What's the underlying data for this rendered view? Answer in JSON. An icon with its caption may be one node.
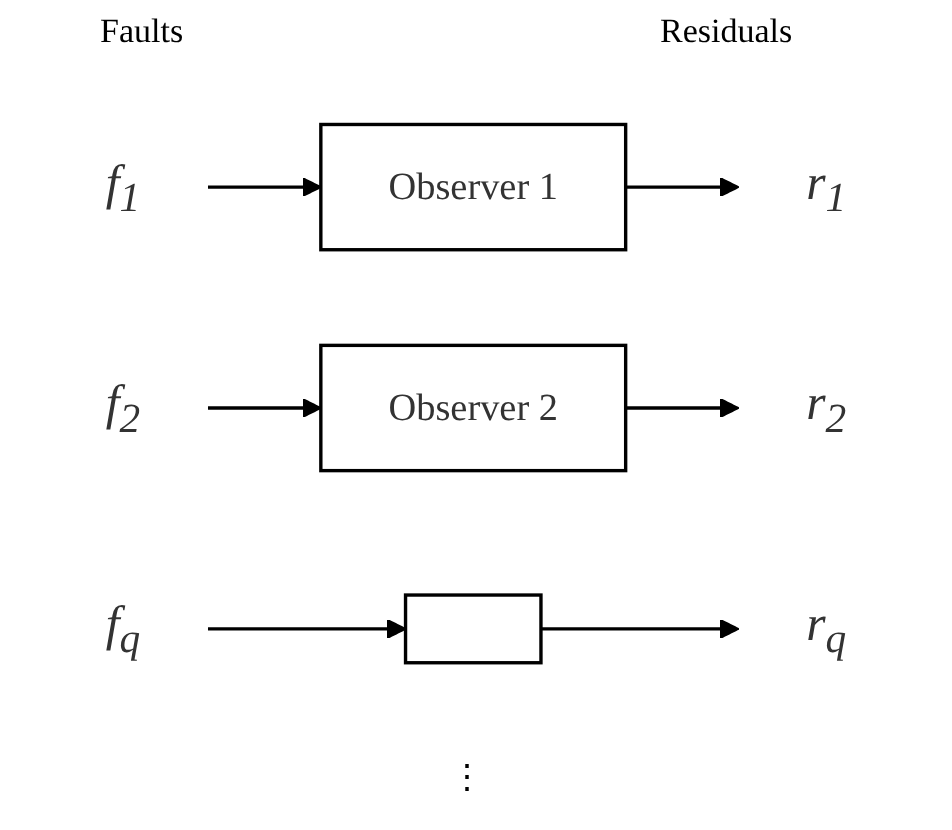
{
  "diagram": {
    "nodes": [
      {
        "text": [
          "f$_{1}$"
        ]
      },
      {
        "text": [
          "Observer 1"
        ]
      },
      {
        "text": [
          "r$_{1}$"
        ]
      },
      {
        "text": [
          "f$_{2}$"
        ]
      },
      {
        "text": [
          "Observer 2"
        ]
      },
      {
        "text": [
          "r$_{2}$"
        ]
      },
      {
        "text": [
          "f$_{q}$"
        ]
      },
      {
        "text": [],
        "shape": "box"
      },
      {
        "text": [
          "r$_{q}$"
        ]
      }
    ],
    "edges": [
      {
        "from": 0,
        "to": 1,
        "arrow": "to"
      },
      {
        "from": 1,
        "to": 2,
        "arrow": "to"
      },
      {
        "from": 3,
        "to": 4,
        "arrow": "to"
      },
      {
        "from": 4,
        "to": 5,
        "arrow": "to"
      },
      {
        "from": 6,
        "to": 7,
        "arrow": "to"
      },
      {
        "from": 7,
        "to": 8,
        "arrow": "to"
      }
    ],
    "labels": [
      "Faults",
      "Residuals",
      "⋮"
    ]
  }
}
